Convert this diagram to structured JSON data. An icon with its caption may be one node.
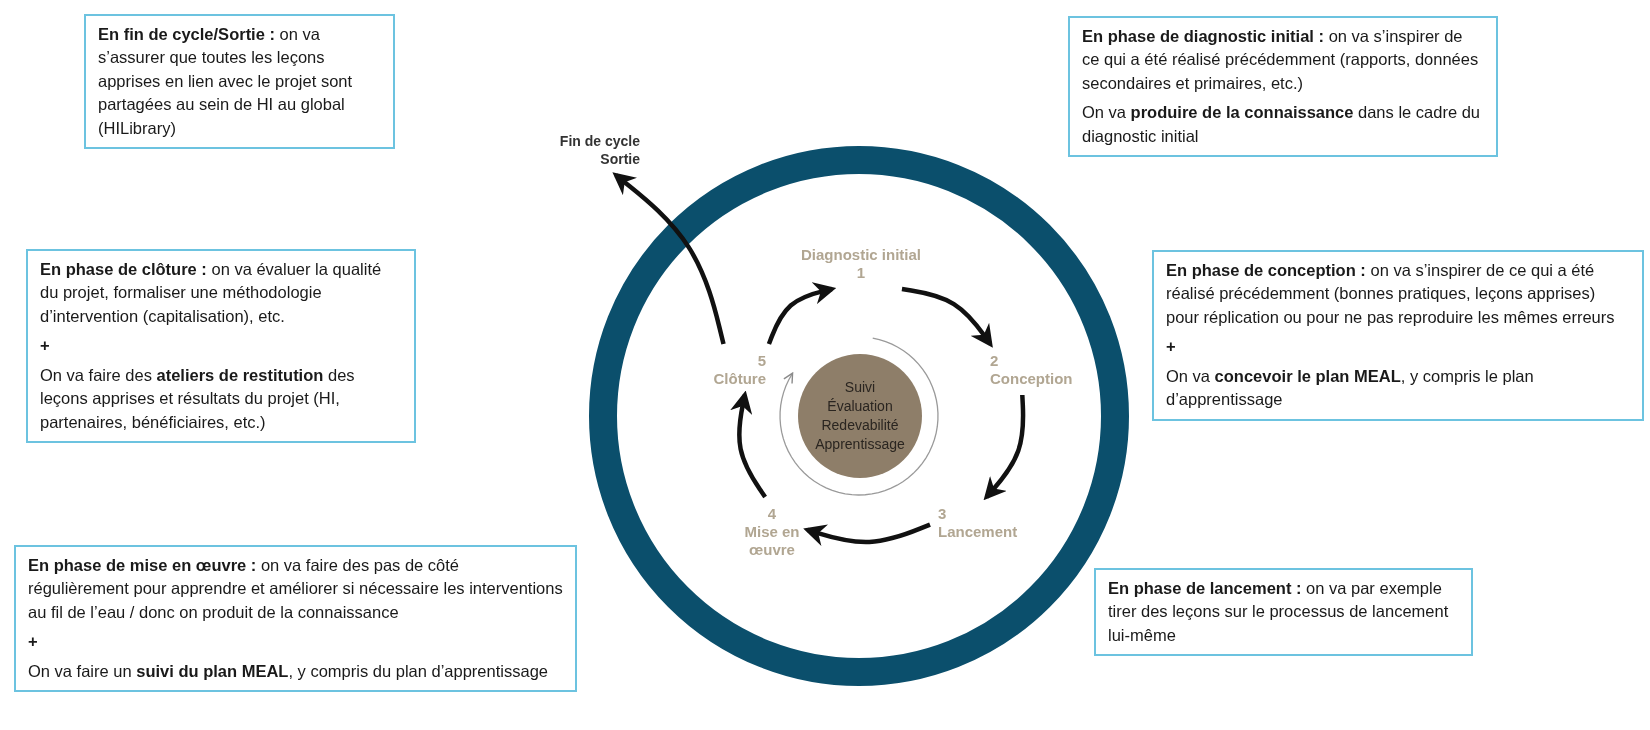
{
  "diagram": {
    "nodes": [
      {
        "text": [
          "**En fin de cycle/Sortie :** on va s’assurer que toutes les leçons apprises en lien avec le projet sont partagées au sein de HI au global (HILibrary)"
        ]
      },
      {
        "text": [
          "Fin de cycle",
          "Sortie"
        ]
      },
      {
        "text": [
          "**En phase de diagnostic initial :** on va s’inspirer de ce qui a été réalisé précédemment (rapports, données secondaires et primaires, etc.)",
          "On va **produire de la connaissance** dans le cadre du diagnostic initial"
        ]
      },
      {
        "text": [
          "Diagnostic initial",
          "1"
        ]
      },
      {
        "text": [
          "**En phase de clôture :** on va évaluer la qualité du projet, formaliser une méthodologie d’intervention (capitalisation), etc.",
          "+",
          "On va faire des **ateliers de restitution** des leçons apprises et résultats du projet (HI, partenaires, bénéficiaires, etc.)"
        ]
      },
      {
        "text": [
          "5",
          "Clôture"
        ]
      },
      {
        "text": [
          "2",
          "Conception"
        ]
      },
      {
        "text": [
          "**En phase de conception :** on va s’inspirer de ce qui a été réalisé précédemment (bonnes pratiques, leçons apprises) pour réplication ou pour ne pas reproduire les mêmes erreurs",
          "+",
          "On va **concevoir le plan MEAL**, y compris le plan d’apprentissage"
        ]
      },
      {
        "text": [
          "Suivi",
          "Évaluation",
          "Redevabilité",
          "Apprentissage"
        ]
      },
      {
        "text": [
          "4",
          "Mise en œuvre"
        ]
      },
      {
        "text": [
          "3",
          "Lancement"
        ]
      },
      {
        "text": [
          "**En phase de mise en œuvre :** on va faire des pas de côté régulièrement pour apprendre et améliorer si nécessaire les interventions au fil de l’eau / donc on produit de la connaissance",
          "+",
          "On va faire un **suivi du plan MEAL**, y compris du plan d’apprentissage"
        ]
      },
      {
        "text": [
          "**En phase de lancement :** on va par exemple tirer des leçons sur le processus de lancement lui-même"
        ]
      }
    ],
    "edges": [
      {
        "from": 5,
        "to": 3,
        "arrow": "to"
      },
      {
        "from": 3,
        "to": 6,
        "arrow": "to"
      },
      {
        "from": 6,
        "to": 10,
        "arrow": "to"
      },
      {
        "from": 10,
        "to": 9,
        "arrow": "to"
      },
      {
        "from": 9,
        "to": 5,
        "arrow": "to"
      },
      {
        "from": 5,
        "to": 1,
        "arrow": "to"
      }
    ]
  }
}
